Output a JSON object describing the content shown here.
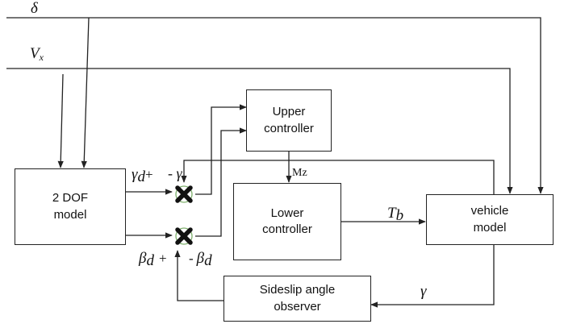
{
  "inputs": {
    "steer": "δ",
    "speed_main": "V",
    "speed_sub": "x"
  },
  "blocks": {
    "dof": "2 DOF\nmodel",
    "upper": "Upper\ncontroller",
    "lower": "Lower\ncontroller",
    "vehicle": "vehicle\nmodel",
    "observer": "Sideslip angle\nobserver"
  },
  "labels": {
    "gamma_d_main": "γ",
    "gamma_d_sub": "d",
    "gamma_plus": "+",
    "gamma_minus": "- γ",
    "beta_d_main": "β",
    "beta_d_sub": "d",
    "beta_plus": "+",
    "beta_minus": "-",
    "beta_minus_main": "β",
    "beta_minus_sub": "d",
    "mz": "Mz",
    "tb_main": "T",
    "tb_sub": "b",
    "gamma_feedback": "γ"
  },
  "colors": {
    "line": "#222222",
    "junction_ring": "#7cae6a",
    "cross": "#111111"
  }
}
